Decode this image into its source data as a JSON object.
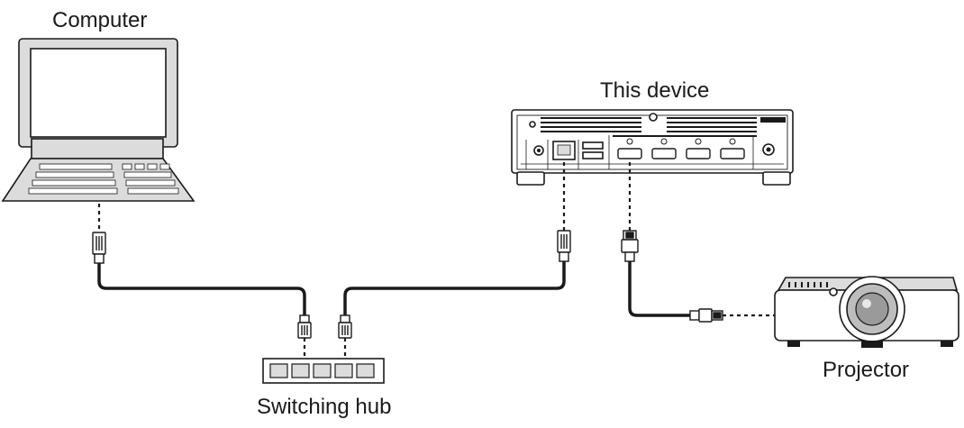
{
  "labels": {
    "computer": "Computer",
    "this_device": "This device",
    "switching_hub": "Switching hub",
    "projector": "Projector"
  },
  "icons": {
    "computer": "desktop-computer-icon",
    "device": "media-player-device-icon",
    "hub": "network-switch-icon",
    "projector": "projector-icon",
    "lan_plug": "rj45-connector-icon",
    "hdmi_plug": "hdmi-connector-icon"
  },
  "colors": {
    "line": "#1a1a1a",
    "device_fill": "#ffffff",
    "light_gray": "#dcdcdc",
    "mid_gray": "#bdbdbd"
  }
}
